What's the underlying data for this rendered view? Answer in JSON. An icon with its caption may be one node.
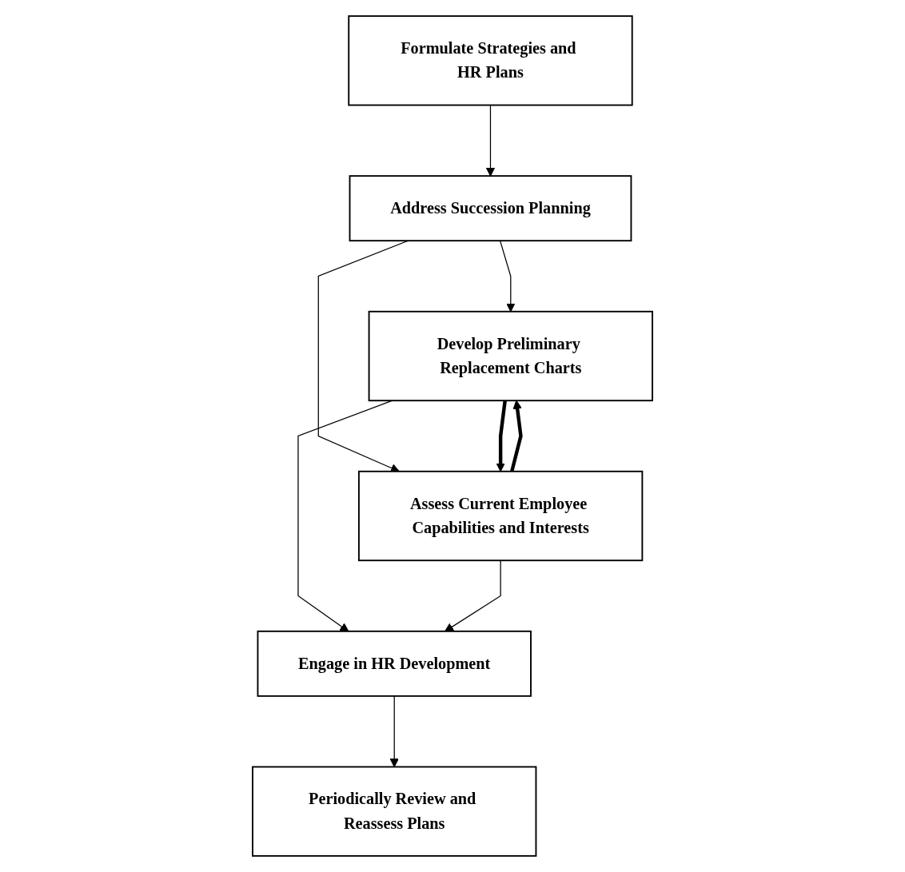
{
  "diagram": {
    "nodes": [
      {
        "text": [
          "Formulate Strategies and HR Plans"
        ]
      },
      {
        "text": [
          "Address Succession Planning"
        ]
      },
      {
        "text": [
          "Develop Preliminary Replacement Charts"
        ]
      },
      {
        "text": [
          "Assess Current Employee Capabilities and Interests"
        ]
      },
      {
        "text": [
          "Engage in HR Development"
        ]
      },
      {
        "text": [
          "Periodically Review and Reassess Plans"
        ]
      }
    ],
    "edges": [
      {
        "from": 0,
        "to": 1,
        "arrow": "to"
      },
      {
        "from": 1,
        "to": 2,
        "arrow": "to"
      },
      {
        "from": 1,
        "to": 3,
        "arrow": "to"
      },
      {
        "from": 3,
        "to": 2,
        "arrow": "to",
        "style": "thick"
      },
      {
        "from": 2,
        "to": 3,
        "arrow": "to",
        "style": "thick"
      },
      {
        "from": 2,
        "to": 4,
        "arrow": "to"
      },
      {
        "from": 3,
        "to": 4,
        "arrow": "to"
      },
      {
        "from": 4,
        "to": 5,
        "arrow": "to"
      }
    ]
  }
}
